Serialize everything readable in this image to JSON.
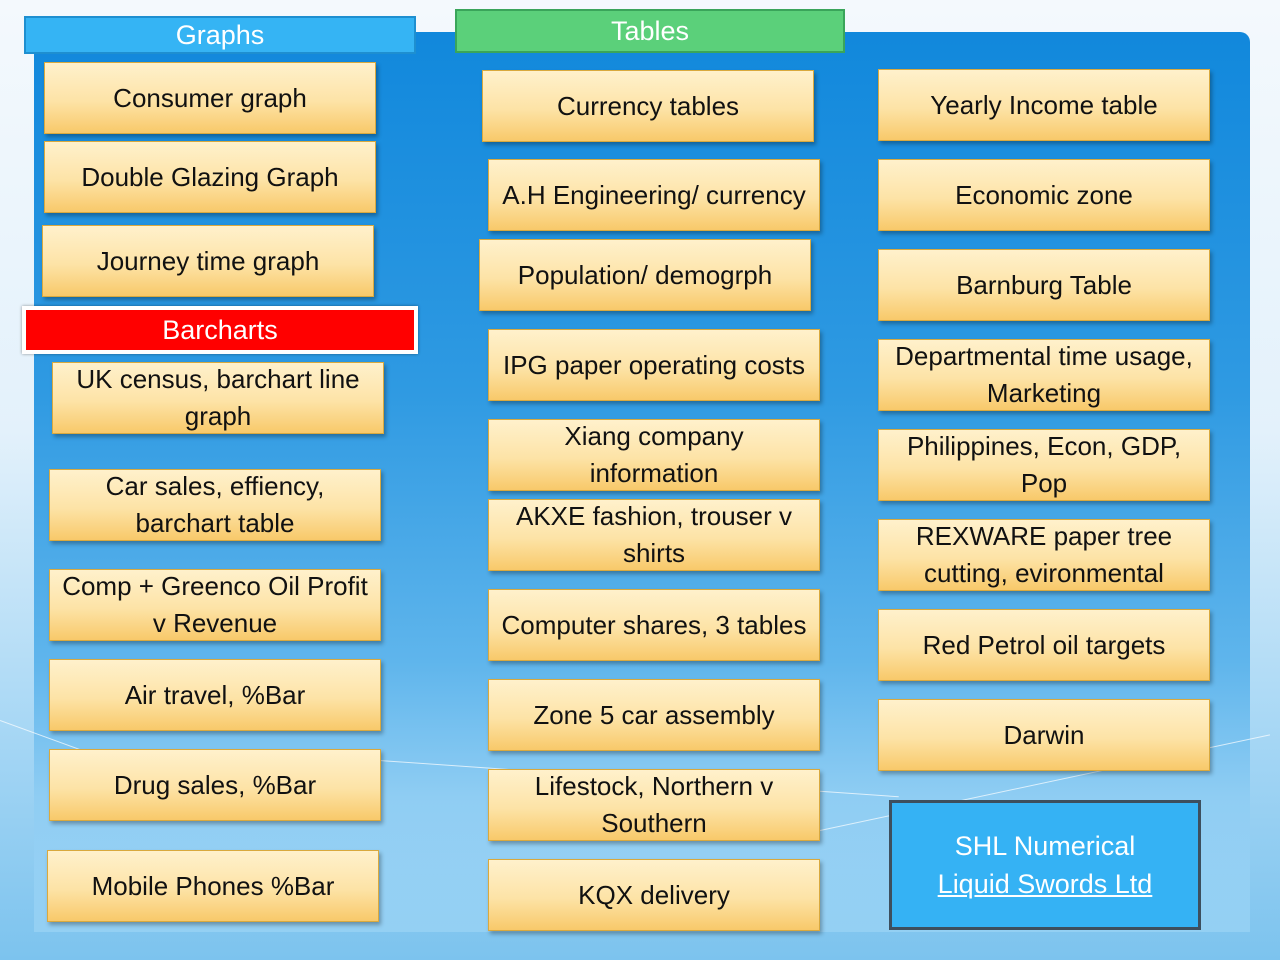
{
  "headers": {
    "graphs": "Graphs",
    "tables": "Tables",
    "barcharts": "Barcharts"
  },
  "colors": {
    "graphs": "#35b4f4",
    "tables": "#5bd07a",
    "barcharts": "#ff0000",
    "box": "#fde3a6"
  },
  "graphs": [
    "Consumer graph",
    "Double Glazing Graph",
    "Journey time graph"
  ],
  "barcharts": [
    "UK census, barchart line graph",
    "Car sales, effiency, barchart table",
    "Comp + Greenco Oil Profit v Revenue",
    "Air travel, %Bar",
    "Drug sales, %Bar",
    "Mobile Phones %Bar"
  ],
  "tables_col1": [
    "Currency tables",
    "A.H Engineering/ currency",
    "Population/ demogrph",
    "IPG paper operating costs",
    "Xiang company information",
    "AKXE fashion, trouser v shirts",
    "Computer shares, 3 tables",
    "Zone 5 car assembly",
    "Lifestock, Northern v Southern",
    "KQX delivery"
  ],
  "tables_col2": [
    "Yearly Income table",
    "Economic zone",
    "Barnburg Table",
    "Departmental time usage, Marketing",
    "Philippines, Econ, GDP, Pop",
    "REXWARE paper tree cutting, evironmental",
    "Red Petrol oil targets",
    "Darwin"
  ],
  "footer": {
    "line1": "SHL Numerical",
    "line2": "Liquid Swords Ltd"
  }
}
